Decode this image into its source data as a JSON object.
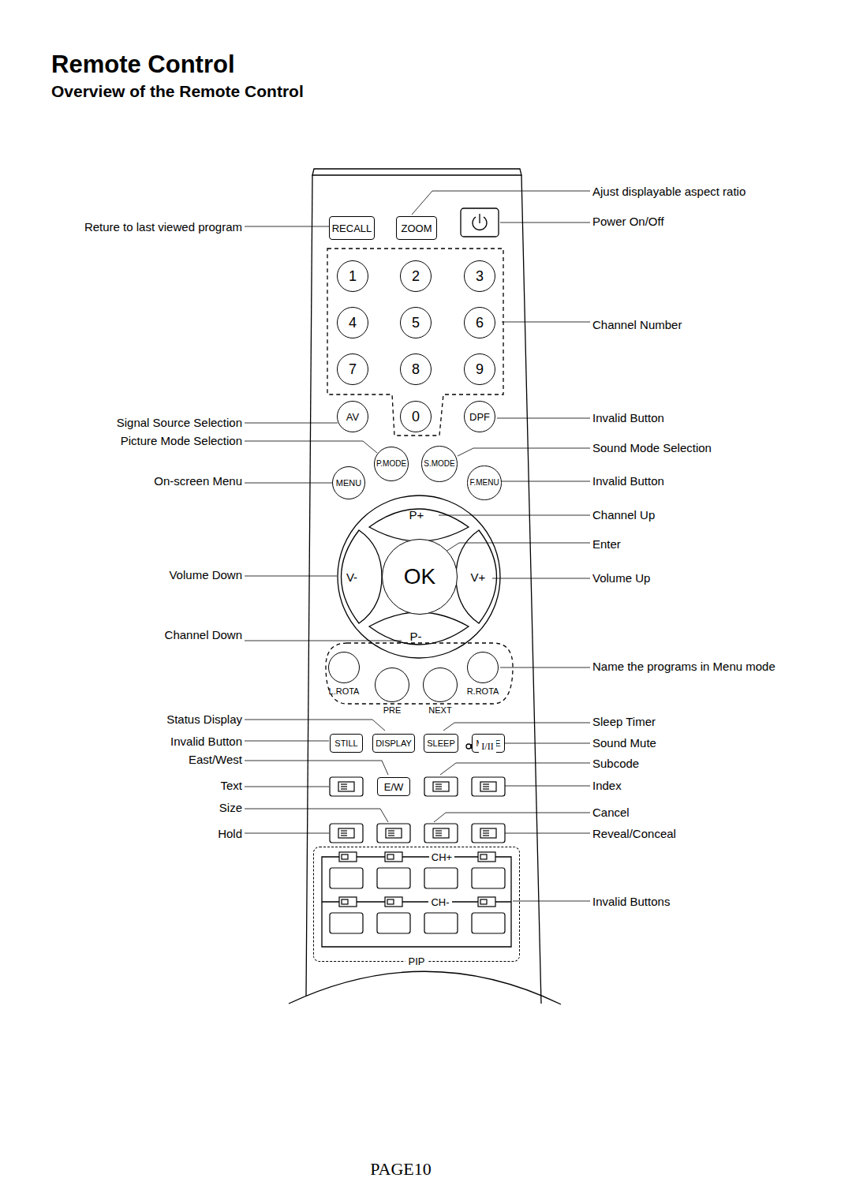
{
  "diagram": {
    "title": "Remote Control",
    "nodes": [
      {
        "text": [
          "RECALL"
        ]
      },
      {
        "text": [
          "ZOOM"
        ]
      },
      {
        "text": [
          "1"
        ]
      },
      {
        "text": [
          "2"
        ]
      },
      {
        "text": [
          "3"
        ]
      },
      {
        "text": [
          "4"
        ]
      },
      {
        "text": [
          "5"
        ]
      },
      {
        "text": [
          "6"
        ]
      },
      {
        "text": [
          "7"
        ]
      },
      {
        "text": [
          "8"
        ]
      },
      {
        "text": [
          "9"
        ]
      },
      {
        "text": [
          "AV"
        ]
      },
      {
        "text": [
          "0"
        ]
      },
      {
        "text": [
          "DPF"
        ]
      },
      {
        "text": [
          "P.MODE"
        ]
      },
      {
        "text": [
          "S.MODE"
        ]
      },
      {
        "text": [
          "MENU"
        ]
      },
      {
        "text": [
          "F.MENU"
        ]
      },
      {
        "text": [
          "P+"
        ]
      },
      {
        "text": [
          "OK"
        ]
      },
      {
        "text": [
          "V-"
        ]
      },
      {
        "text": [
          "V+"
        ]
      },
      {
        "text": [
          "P-"
        ]
      },
      {
        "text": [
          "L.ROTA"
        ]
      },
      {
        "text": [
          "PRE"
        ]
      },
      {
        "text": [
          "NEXT"
        ]
      },
      {
        "text": [
          "R.ROTA"
        ]
      },
      {
        "text": [
          "STILL"
        ]
      },
      {
        "text": [
          "DISPLAY"
        ]
      },
      {
        "text": [
          "SLEEP"
        ]
      },
      {
        "text": [
          "MUTE"
        ]
      },
      {
        "text": [
          "E/W"
        ]
      },
      {
        "text": [
          "PIP"
        ]
      }
    ],
    "edges": [],
    "labels": [
      "Overview of the Remote Control",
      "Reture to last viewed program",
      "Signal Source Selection",
      "Picture Mode Selection",
      "On-screen Menu",
      "Volume Down",
      "Channel Down",
      "Status Display",
      "Invalid Button",
      "East/West",
      "Text",
      "Size",
      "Hold",
      "Ajust displayable aspect ratio",
      "Power On/Off",
      "Channel Number",
      "Invalid Button",
      "Sound Mode Selection",
      "Invalid Button",
      "Channel Up",
      "Enter",
      "Volume Up",
      "Name the programs in Menu mode",
      "Sleep Timer",
      "Sound Mute",
      "Subcode",
      "Index",
      "Cancel",
      "Reveal/Conceal",
      "Invalid Buttons",
      "CH+",
      "CH-",
      "I/II",
      "PAGE10"
    ]
  }
}
